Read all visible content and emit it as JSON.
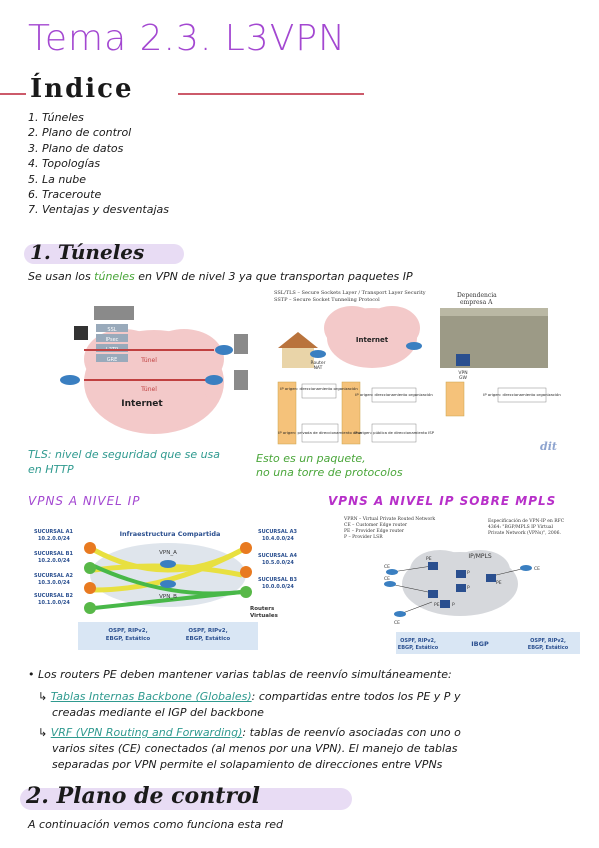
{
  "title": "Tema 2.3. L3VPN",
  "index": {
    "heading": "Índice",
    "items": [
      "1. Túneles",
      "2. Plano de control",
      "3. Plano de datos",
      "4. Topologías",
      "5. La nube",
      "6. Traceroute",
      "7. Ventajas y desventajas"
    ]
  },
  "section1": {
    "heading": "1. Túneles",
    "intro_pre": "Se usan los ",
    "intro_highlight": "túneles",
    "intro_post": " en VPN de nivel 3 ya que transportan paquetes IP",
    "diagram_left": {
      "tunel_top": "Túnel",
      "tunel_bottom": "Túnel",
      "cloud": "Internet",
      "stack_labels": [
        "SSL",
        "IPsec",
        "L2TP",
        "GRE"
      ]
    },
    "diagram_right": {
      "protocol_lines": [
        "SSL/TLS – Secure Sockets Layer / Transport Layer Security",
        "SSTP – Secure Socket Tunneling Protocol"
      ],
      "dependency_lines": [
        "Dependencia",
        "empresa A"
      ],
      "cloud": "Internet",
      "router_label_lines": [
        "Router",
        "NAT"
      ],
      "vpn_gw_lines": [
        "VPN",
        "GW"
      ],
      "box_texts": [
        "IP origen: direccionamiento organización",
        "IP origen: direccionamiento organización",
        "IP origen: direccionamiento organización",
        "IP origen: privada de direccionamiento casa",
        "IP origen: pública de direccionamiento ISP"
      ],
      "logo": "dit"
    },
    "note_tls_lines": [
      "TLS: nivel de seguridad que se usa",
      "en HTTP"
    ],
    "note_packet_lines": [
      "Esto es un paquete,",
      "no una torre de protocolos"
    ]
  },
  "vpn_ip": {
    "heading": "VPNs a nivel IP",
    "infra": "Infraestructura Compartida",
    "vpn_a": "VPN_A",
    "vpn_b": "VPN_B",
    "routers": [
      "Routers",
      "Virtuales"
    ],
    "sites_left": [
      {
        "name": "SUCURSAL A1",
        "net": "10.2.0.0/24"
      },
      {
        "name": "SUCURSAL B1",
        "net": "10.2.0.0/24"
      },
      {
        "name": "SUCURSAL A2",
        "net": "10.3.0.0/24"
      },
      {
        "name": "SUCURSAL B2",
        "net": "10.1.0.0/24"
      }
    ],
    "sites_right": [
      {
        "name": "SUCURSAL A3",
        "net": "10.4.0.0/24"
      },
      {
        "name": "SUCURSAL A4",
        "net": "10.5.0.0/24"
      },
      {
        "name": "SUCURSAL B3",
        "net": "10.0.0.0/24"
      }
    ],
    "bottom_left_lines": [
      "OSPF, RIPv2,",
      "EBGP, Estático"
    ],
    "bottom_right_lines": [
      "OSPF, RIPv2,",
      "EBGP, Estático"
    ]
  },
  "vpn_mpls": {
    "heading": "VPNs a nivel IP sobre MPLS",
    "legend_lines": [
      "VPRN – Virtual Private Routed Network",
      "CE – Customer Edge router",
      "PE – Provider Edge router",
      "P – Provider LSR"
    ],
    "spec_lines": [
      "Especificación de VPN-IP en RFC",
      "4364: \"BGP/MPLS IP Virtual",
      "Private Network (VPNs)\", 2006."
    ],
    "cloud": "IP/MPLS",
    "node_labels": [
      "CE",
      "PE",
      "P",
      "P",
      "PE",
      "CE",
      "CE",
      "PE",
      "P",
      "CE"
    ],
    "bottom_left_lines": [
      "OSPF, RIPv2,",
      "EBGP, Estático"
    ],
    "bottom_center": "IBGP",
    "bottom_right_lines": [
      "OSPF, RIPv2,",
      "EBGP, Estático"
    ]
  },
  "notes": {
    "pe_line": "Los routers PE deben mantener varias tablas de reenvío simultáneamente:",
    "tables_link": "Tablas Internas Backbone (Globales)",
    "tables_rest": ": compartidas entre todos los PE y P y",
    "tables_line2": "creadas mediante el IGP del backbone",
    "vrf_link": "VRF (VPN Routing and Forwarding)",
    "vrf_rest": ": tablas de reenvío asociadas con uno o",
    "vrf_line2": "varios sites (CE) conectados (al menos por una VPN). El manejo de tablas",
    "vrf_line3": "separadas por VPN permite el solapamiento de direcciones entre VPNs"
  },
  "section2": {
    "heading": "2. Plano de control",
    "intro": "A continuación vemos como funciona esta red"
  }
}
